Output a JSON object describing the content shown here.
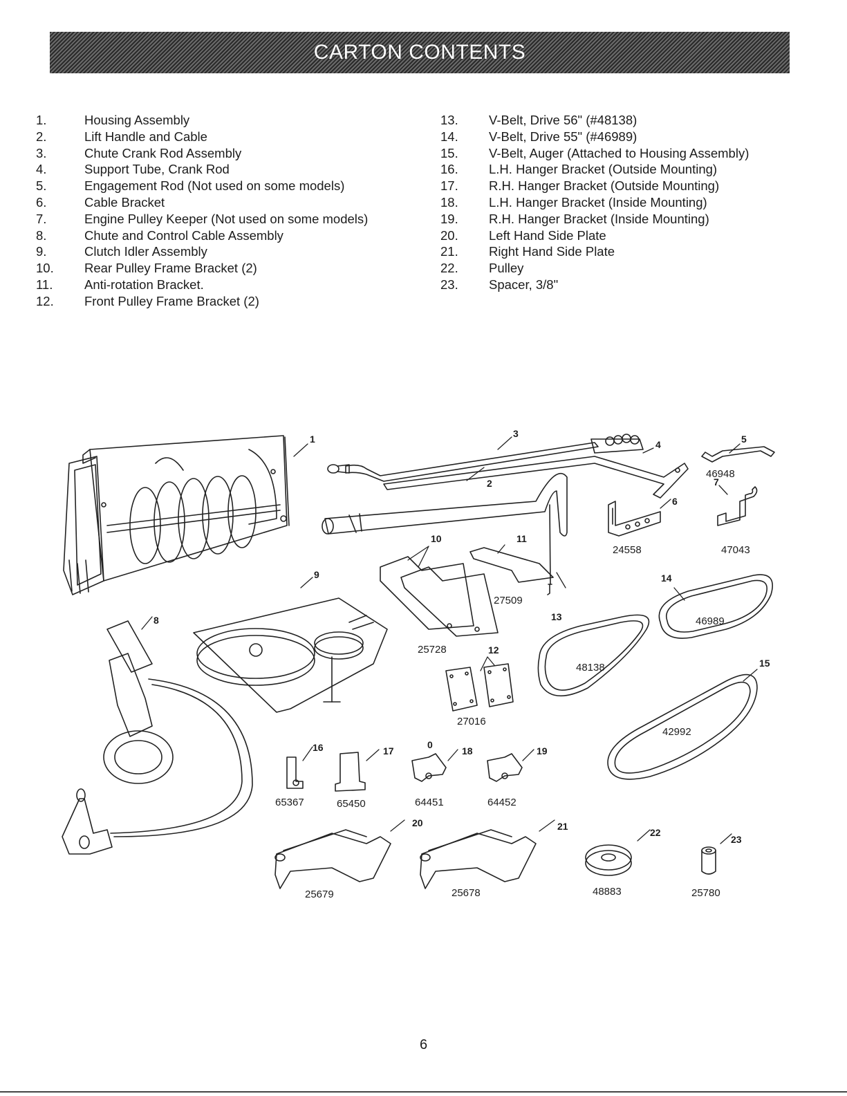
{
  "header": {
    "title": "CARTON CONTENTS"
  },
  "list_left": [
    {
      "num": "1.",
      "text": "Housing Assembly"
    },
    {
      "num": "2.",
      "text": "Lift Handle and Cable"
    },
    {
      "num": "3.",
      "text": "Chute Crank Rod Assembly"
    },
    {
      "num": "4.",
      "text": "Support Tube, Crank Rod"
    },
    {
      "num": "5.",
      "text": "Engagement Rod (Not used on some models)"
    },
    {
      "num": "6.",
      "text": "Cable Bracket"
    },
    {
      "num": "7.",
      "text": "Engine Pulley Keeper (Not used on some models)"
    },
    {
      "num": "8.",
      "text": "Chute and Control Cable Assembly"
    },
    {
      "num": "9.",
      "text": "Clutch Idler Assembly"
    },
    {
      "num": "10.",
      "text": "Rear Pulley Frame Bracket (2)"
    },
    {
      "num": "11.",
      "text": "Anti-rotation Bracket."
    },
    {
      "num": "12.",
      "text": "Front Pulley Frame Bracket (2)"
    }
  ],
  "list_right": [
    {
      "num": "13.",
      "text": "V-Belt, Drive 56\" (#48138)"
    },
    {
      "num": "14.",
      "text": "V-Belt, Drive 55\" (#46989)"
    },
    {
      "num": "15.",
      "text": "V-Belt, Auger (Attached to Housing Assembly)"
    },
    {
      "num": "16.",
      "text": "L.H. Hanger Bracket (Outside Mounting)"
    },
    {
      "num": "17.",
      "text": "R.H. Hanger Bracket (Outside Mounting)"
    },
    {
      "num": "18.",
      "text": "L.H. Hanger Bracket (Inside Mounting)"
    },
    {
      "num": "19.",
      "text": "R.H. Hanger Bracket (Inside Mounting)"
    },
    {
      "num": "20.",
      "text": "Left Hand Side Plate"
    },
    {
      "num": "21.",
      "text": "Right Hand Side Plate"
    },
    {
      "num": "22.",
      "text": "Pulley"
    },
    {
      "num": "23.",
      "text": "Spacer, 3/8\""
    }
  ],
  "diagram": {
    "callouts": {
      "c1": "1",
      "c2": "2",
      "c3": "3",
      "c4": "4",
      "c5": "5",
      "c6": "6",
      "c7": "7",
      "c8": "8",
      "c9": "9",
      "c10": "10",
      "c11": "11",
      "c12": "12",
      "c13": "13",
      "c14": "14",
      "c15": "15",
      "c16": "16",
      "c17": "17",
      "c18": "18",
      "c19": "19",
      "c20": "20",
      "c21": "21",
      "c22": "22",
      "c23": "23"
    },
    "parts": {
      "p5": "46948",
      "p6": "24558",
      "p7": "47043",
      "p11": "27509",
      "p10": "25728",
      "p12": "27016",
      "p13": "48138",
      "p14": "46989",
      "p15": "42992",
      "p16": "65367",
      "p17": "65450",
      "p18": "64451",
      "p19": "64452",
      "p20": "25679",
      "p21": "25678",
      "p22": "48883",
      "p23": "25780"
    },
    "stray_mark": "0"
  },
  "footer": {
    "page": "6"
  }
}
